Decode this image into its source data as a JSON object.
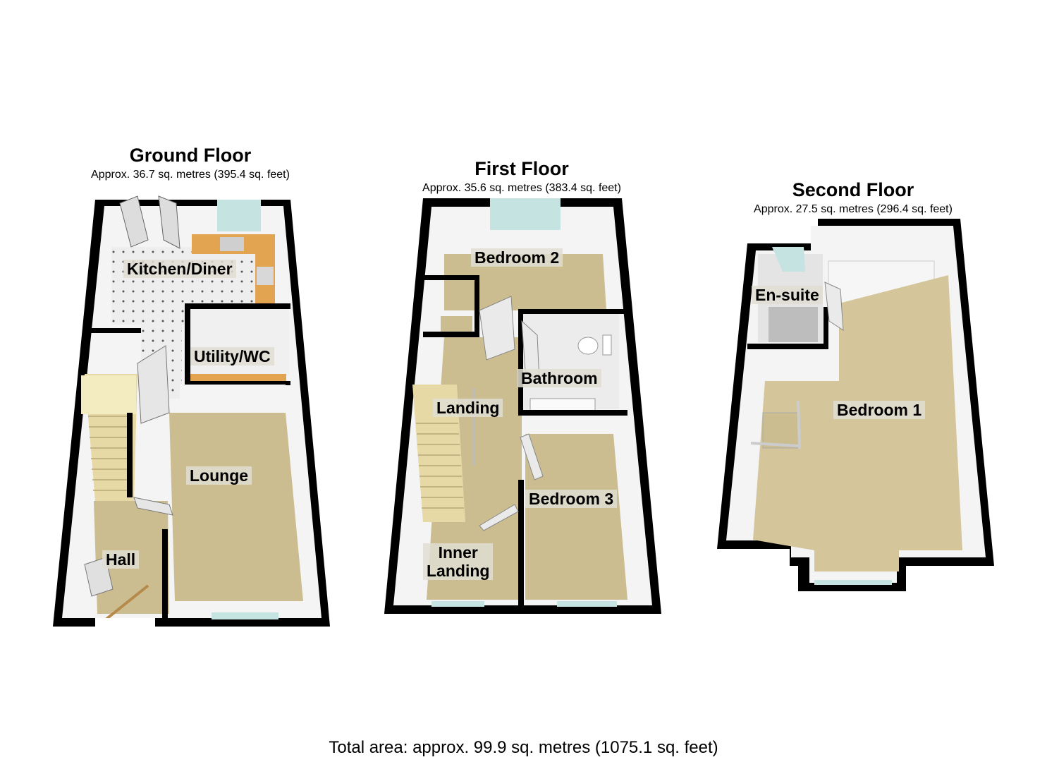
{
  "floors": [
    {
      "title": "Ground Floor",
      "area": "Approx. 36.7 sq. metres (395.4 sq. feet)",
      "rooms": [
        "Kitchen/Diner",
        "Utility/WC",
        "Lounge",
        "Hall"
      ]
    },
    {
      "title": "First Floor",
      "area": "Approx. 35.6 sq. metres (383.4 sq. feet)",
      "rooms": [
        "Bedroom 2",
        "Bathroom",
        "Landing",
        "Bedroom 3",
        "Inner\nLanding"
      ]
    },
    {
      "title": "Second Floor",
      "area": "Approx. 27.5 sq. metres (296.4 sq. feet)",
      "rooms": [
        "En-suite",
        "Bedroom 1"
      ]
    }
  ],
  "total": "Total area: approx. 99.9 sq. metres (1075.1 sq. feet)",
  "colors": {
    "wall": "#000000",
    "carpet": "#c9b98a",
    "tile": "#e8e8e8",
    "worktop": "#e0a050",
    "window": "#b8dcd8",
    "wall_face": "#f2f2f2"
  }
}
